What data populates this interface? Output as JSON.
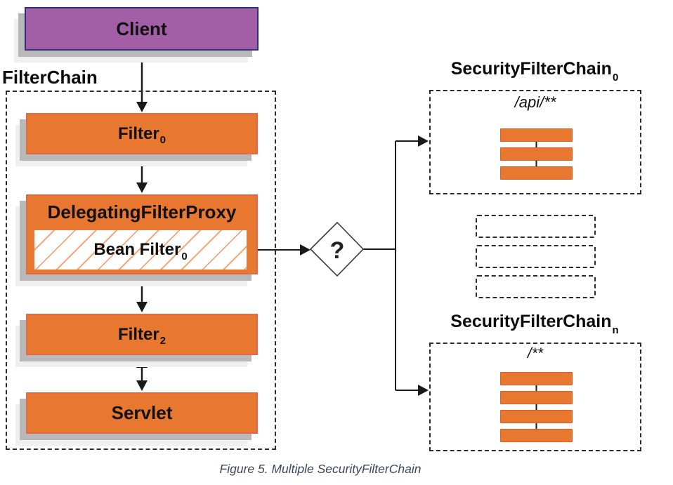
{
  "client": {
    "label": "Client"
  },
  "filter_chain": {
    "label": "FilterChain",
    "filter0": {
      "base": "Filter",
      "sub": "0"
    },
    "delegating_filter_proxy": {
      "label": "DelegatingFilterProxy"
    },
    "bean_filter": {
      "base": "Bean Filter",
      "sub": "0"
    },
    "filter2": {
      "base": "Filter",
      "sub": "2"
    },
    "servlet": {
      "label": "Servlet"
    }
  },
  "decision": {
    "label": "?"
  },
  "security_filter_chain_0": {
    "title_base": "SecurityFilterChain",
    "title_sub": "0",
    "pattern": "/api/**",
    "bar_count": 3
  },
  "placeholders": {
    "count": 3
  },
  "security_filter_chain_n": {
    "title_base": "SecurityFilterChain",
    "title_sub": "n",
    "pattern": "/**",
    "bar_count": 4
  },
  "caption": "Figure 5. Multiple SecurityFilterChain",
  "colors": {
    "node_orange": "#E8772F",
    "node_orange_border": "#DB6B4B",
    "client_purple": "#A35FA5",
    "client_purple_border": "#2F2E7D",
    "hatch_orange": "#F3A87D",
    "shadow_gray": "#b9b9b9",
    "line_black": "#1a1a1a",
    "caption_blue_gray": "#3C4757"
  }
}
